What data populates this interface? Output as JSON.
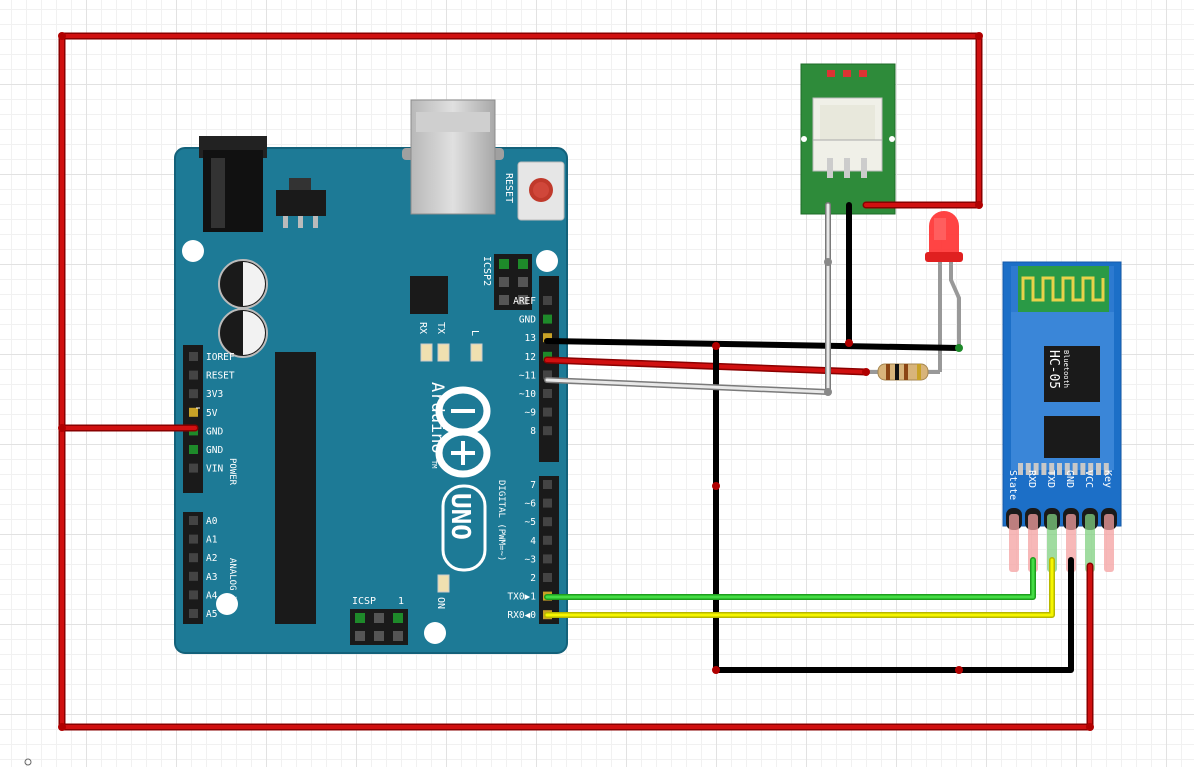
{
  "arduino": {
    "reset_label": "RESET",
    "icsp2_label": "ICSP2",
    "icsp_label": "ICSP",
    "icsp_pin1_label": "1",
    "on_label": "ON",
    "l_label": "L",
    "tx_label": "TX",
    "rx_label": "RX",
    "brand": "Arduino",
    "trademark": "TM",
    "model": "UNO",
    "power_group": "POWER",
    "analog_group": "ANALOG IN",
    "digital_group": "DIGITAL (PWM=~)",
    "power_pins": [
      "IOREF",
      "RESET",
      "3V3",
      "5V",
      "GND",
      "GND",
      "VIN"
    ],
    "analog_pins": [
      "A0",
      "A1",
      "A2",
      "A3",
      "A4",
      "A5"
    ],
    "digital_pins_upper": [
      "AREF",
      "GND",
      "13",
      "12",
      "~11",
      "~10",
      "~9",
      "8"
    ],
    "digital_pins_lower": [
      "7",
      "~6",
      "~5",
      "4",
      "~3",
      "2",
      "TX0▶1",
      "RX0◀0"
    ]
  },
  "bluetooth": {
    "chip_label": "HC-05",
    "chip_sublabel": "Bluetooth",
    "pins": [
      "State",
      "RXD",
      "TXD",
      "GND",
      "VCC",
      "Key"
    ]
  },
  "colors": {
    "board": "#1d7a96",
    "board_dark": "#13617a",
    "wire_red": "#c00000",
    "wire_black": "#1a1a1a",
    "wire_gray": "#a0a0a0",
    "wire_green": "#33cc33",
    "wire_yellow": "#e8e800",
    "relay_board": "#2e8b3a",
    "bt_board": "#1c6fc7",
    "led": "#ff3030"
  }
}
